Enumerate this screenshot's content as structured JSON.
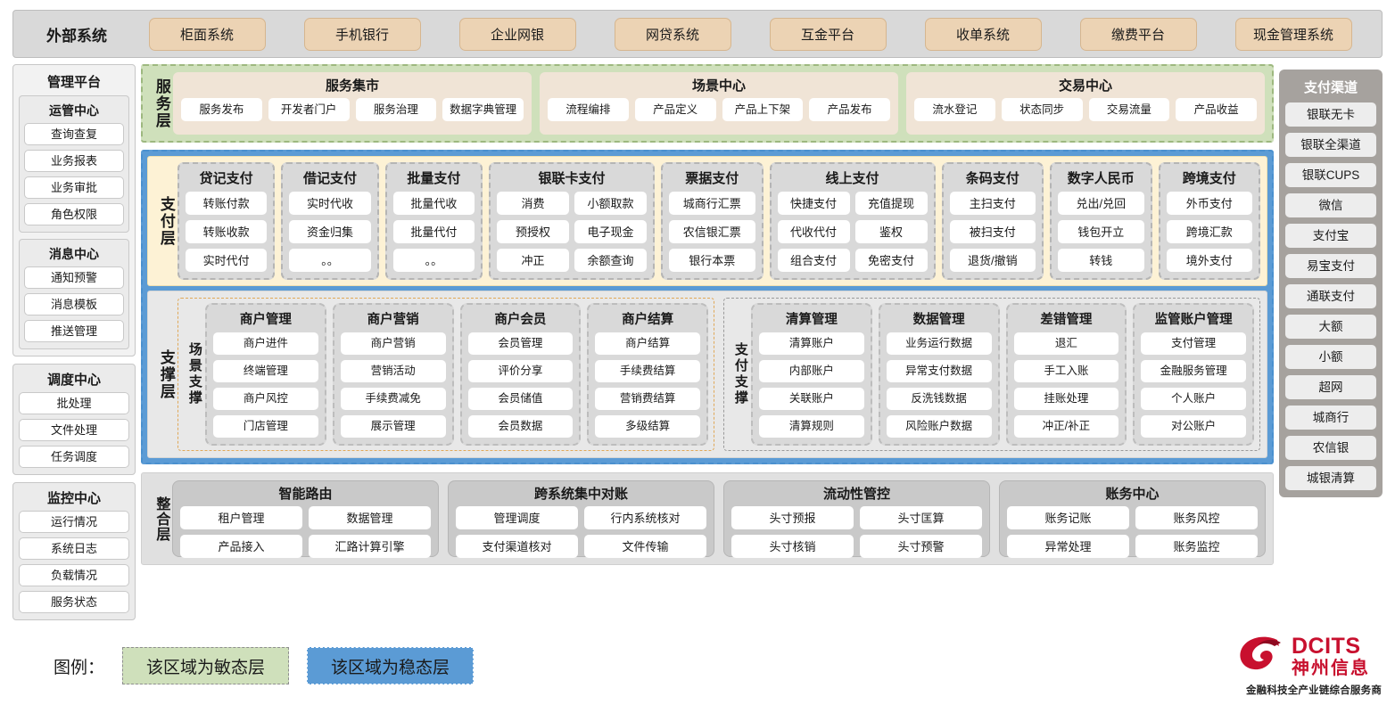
{
  "external": {
    "title": "外部系统",
    "items": [
      "柜面系统",
      "手机银行",
      "企业网银",
      "网贷系统",
      "互金平台",
      "收单系统",
      "缴费平台",
      "现金管理系统"
    ]
  },
  "left_sidebar": {
    "title": "管理平台",
    "groups": [
      {
        "title": "运管中心",
        "items": [
          "查询查复",
          "业务报表",
          "业务审批",
          "角色权限"
        ]
      },
      {
        "title": "消息中心",
        "items": [
          "通知预警",
          "消息模板",
          "推送管理"
        ]
      }
    ],
    "standalone": [
      {
        "title": "调度中心",
        "items": [
          "批处理",
          "文件处理",
          "任务调度"
        ]
      },
      {
        "title": "监控中心",
        "items": [
          "运行情况",
          "系统日志",
          "负载情况",
          "服务状态"
        ]
      }
    ]
  },
  "right_sidebar": {
    "title": "支付渠道",
    "items": [
      "银联无卡",
      "银联全渠道",
      "银联CUPS",
      "微信",
      "支付宝",
      "易宝支付",
      "通联支付",
      "大额",
      "小额",
      "超网",
      "城商行",
      "农信银",
      "城银清算"
    ]
  },
  "service_layer": {
    "label": "服务层",
    "groups": [
      {
        "title": "服务集市",
        "items": [
          "服务发布",
          "开发者门户",
          "服务治理",
          "数据字典管理"
        ]
      },
      {
        "title": "场景中心",
        "items": [
          "流程编排",
          "产品定义",
          "产品上下架",
          "产品发布"
        ]
      },
      {
        "title": "交易中心",
        "items": [
          "流水登记",
          "状态同步",
          "交易流量",
          "产品收益"
        ]
      }
    ]
  },
  "pay_layer": {
    "label": "支付层",
    "groups": [
      {
        "title": "贷记支付",
        "cols": 1,
        "items": [
          "转账付款",
          "转账收款",
          "实时代付"
        ]
      },
      {
        "title": "借记支付",
        "cols": 1,
        "items": [
          "实时代收",
          "资金归集",
          "。。"
        ]
      },
      {
        "title": "批量支付",
        "cols": 1,
        "items": [
          "批量代收",
          "批量代付",
          "。。"
        ]
      },
      {
        "title": "银联卡支付",
        "cols": 2,
        "items": [
          "消费",
          "小额取款",
          "预授权",
          "电子现金",
          "冲正",
          "余额查询"
        ]
      },
      {
        "title": "票据支付",
        "cols": 1,
        "items": [
          "城商行汇票",
          "农信银汇票",
          "银行本票"
        ]
      },
      {
        "title": "线上支付",
        "cols": 2,
        "items": [
          "快捷支付",
          "充值提现",
          "代收代付",
          "鉴权",
          "组合支付",
          "免密支付"
        ]
      },
      {
        "title": "条码支付",
        "cols": 1,
        "items": [
          "主扫支付",
          "被扫支付",
          "退货/撤销"
        ]
      },
      {
        "title": "数字人民币",
        "cols": 1,
        "items": [
          "兑出/兑回",
          "钱包开立",
          "转钱"
        ]
      },
      {
        "title": "跨境支付",
        "cols": 1,
        "items": [
          "外币支付",
          "跨境汇款",
          "境外支付"
        ]
      }
    ]
  },
  "support_layer": {
    "label": "支撑层",
    "scene": {
      "label": "场景支撑",
      "groups": [
        {
          "title": "商户管理",
          "items": [
            "商户进件",
            "终端管理",
            "商户风控",
            "门店管理"
          ]
        },
        {
          "title": "商户营销",
          "items": [
            "商户营销",
            "营销活动",
            "手续费减免",
            "展示管理"
          ]
        },
        {
          "title": "商户会员",
          "items": [
            "会员管理",
            "评价分享",
            "会员储值",
            "会员数据"
          ]
        },
        {
          "title": "商户结算",
          "items": [
            "商户结算",
            "手续费结算",
            "营销费结算",
            "多级结算"
          ]
        }
      ]
    },
    "paysupport": {
      "label": "支付支撑",
      "groups": [
        {
          "title": "清算管理",
          "items": [
            "清算账户",
            "内部账户",
            "关联账户",
            "清算规则"
          ]
        },
        {
          "title": "数据管理",
          "items": [
            "业务运行数据",
            "异常支付数据",
            "反洗钱数据",
            "风险账户数据"
          ]
        },
        {
          "title": "差错管理",
          "items": [
            "退汇",
            "手工入账",
            "挂账处理",
            "冲正/补正"
          ]
        },
        {
          "title": "监管账户管理",
          "items": [
            "支付管理",
            "金融服务管理",
            "个人账户",
            "对公账户"
          ]
        }
      ]
    }
  },
  "integration_layer": {
    "label": "整合层",
    "groups": [
      {
        "title": "智能路由",
        "items": [
          "租户管理",
          "数据管理",
          "产品接入",
          "汇路计算引擎"
        ]
      },
      {
        "title": "跨系统集中对账",
        "items": [
          "管理调度",
          "行内系统核对",
          "支付渠道核对",
          "文件传输"
        ]
      },
      {
        "title": "流动性管控",
        "items": [
          "头寸预报",
          "头寸匡算",
          "头寸核销",
          "头寸预警"
        ]
      },
      {
        "title": "账务中心",
        "items": [
          "账务记账",
          "账务风控",
          "异常处理",
          "账务监控"
        ]
      }
    ]
  },
  "legend": {
    "label": "图例：",
    "agile": "该区域为敏态层",
    "stable": "该区域为稳态层",
    "agile_color": "#cfe0bb",
    "stable_color": "#5b9bd5"
  },
  "logo": {
    "brand": "DCITS",
    "brand_cn": "神州信息",
    "tagline": "金融科技全产业链综合服务商",
    "color": "#c8102e"
  }
}
